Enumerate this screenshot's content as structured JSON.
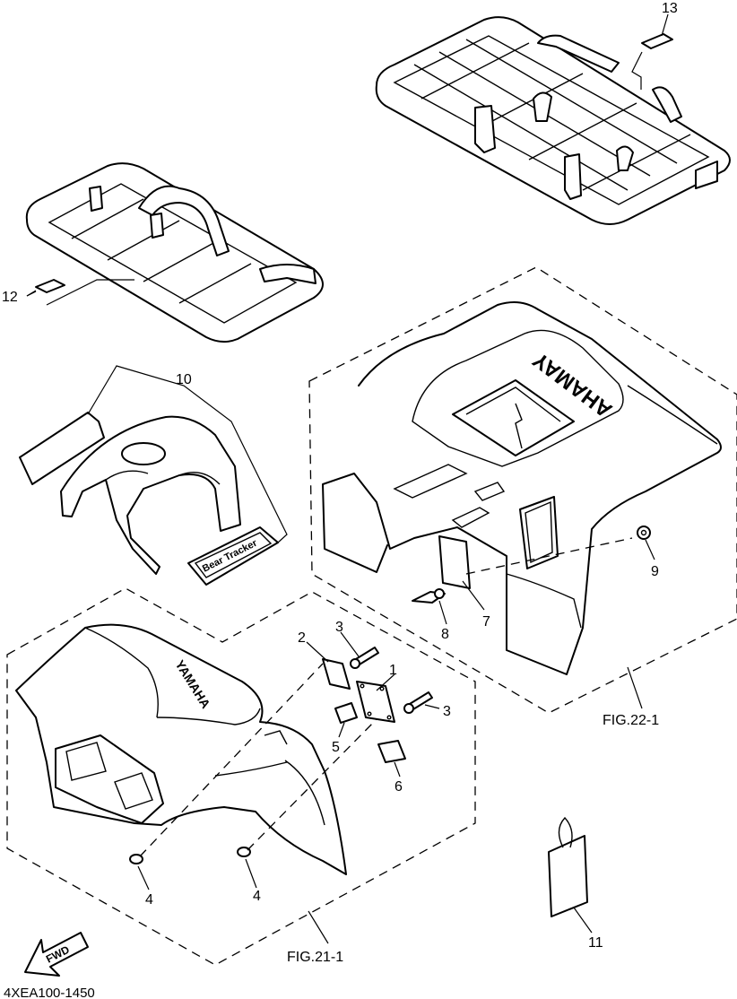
{
  "callouts": [
    "1",
    "2",
    "3",
    "3",
    "4",
    "4",
    "5",
    "6",
    "7",
    "8",
    "9",
    "10",
    "11",
    "12",
    "13"
  ],
  "figure_refs": {
    "front": "FIG.21-1",
    "rear": "FIG.22-1"
  },
  "catalog_code": "4XEA100-1450",
  "arrow_label": "FWD",
  "decal_texts": {
    "rear_fender": "YAMAHA",
    "front_fender": "YAMAHA",
    "side_cover": "Bear Tracker"
  }
}
